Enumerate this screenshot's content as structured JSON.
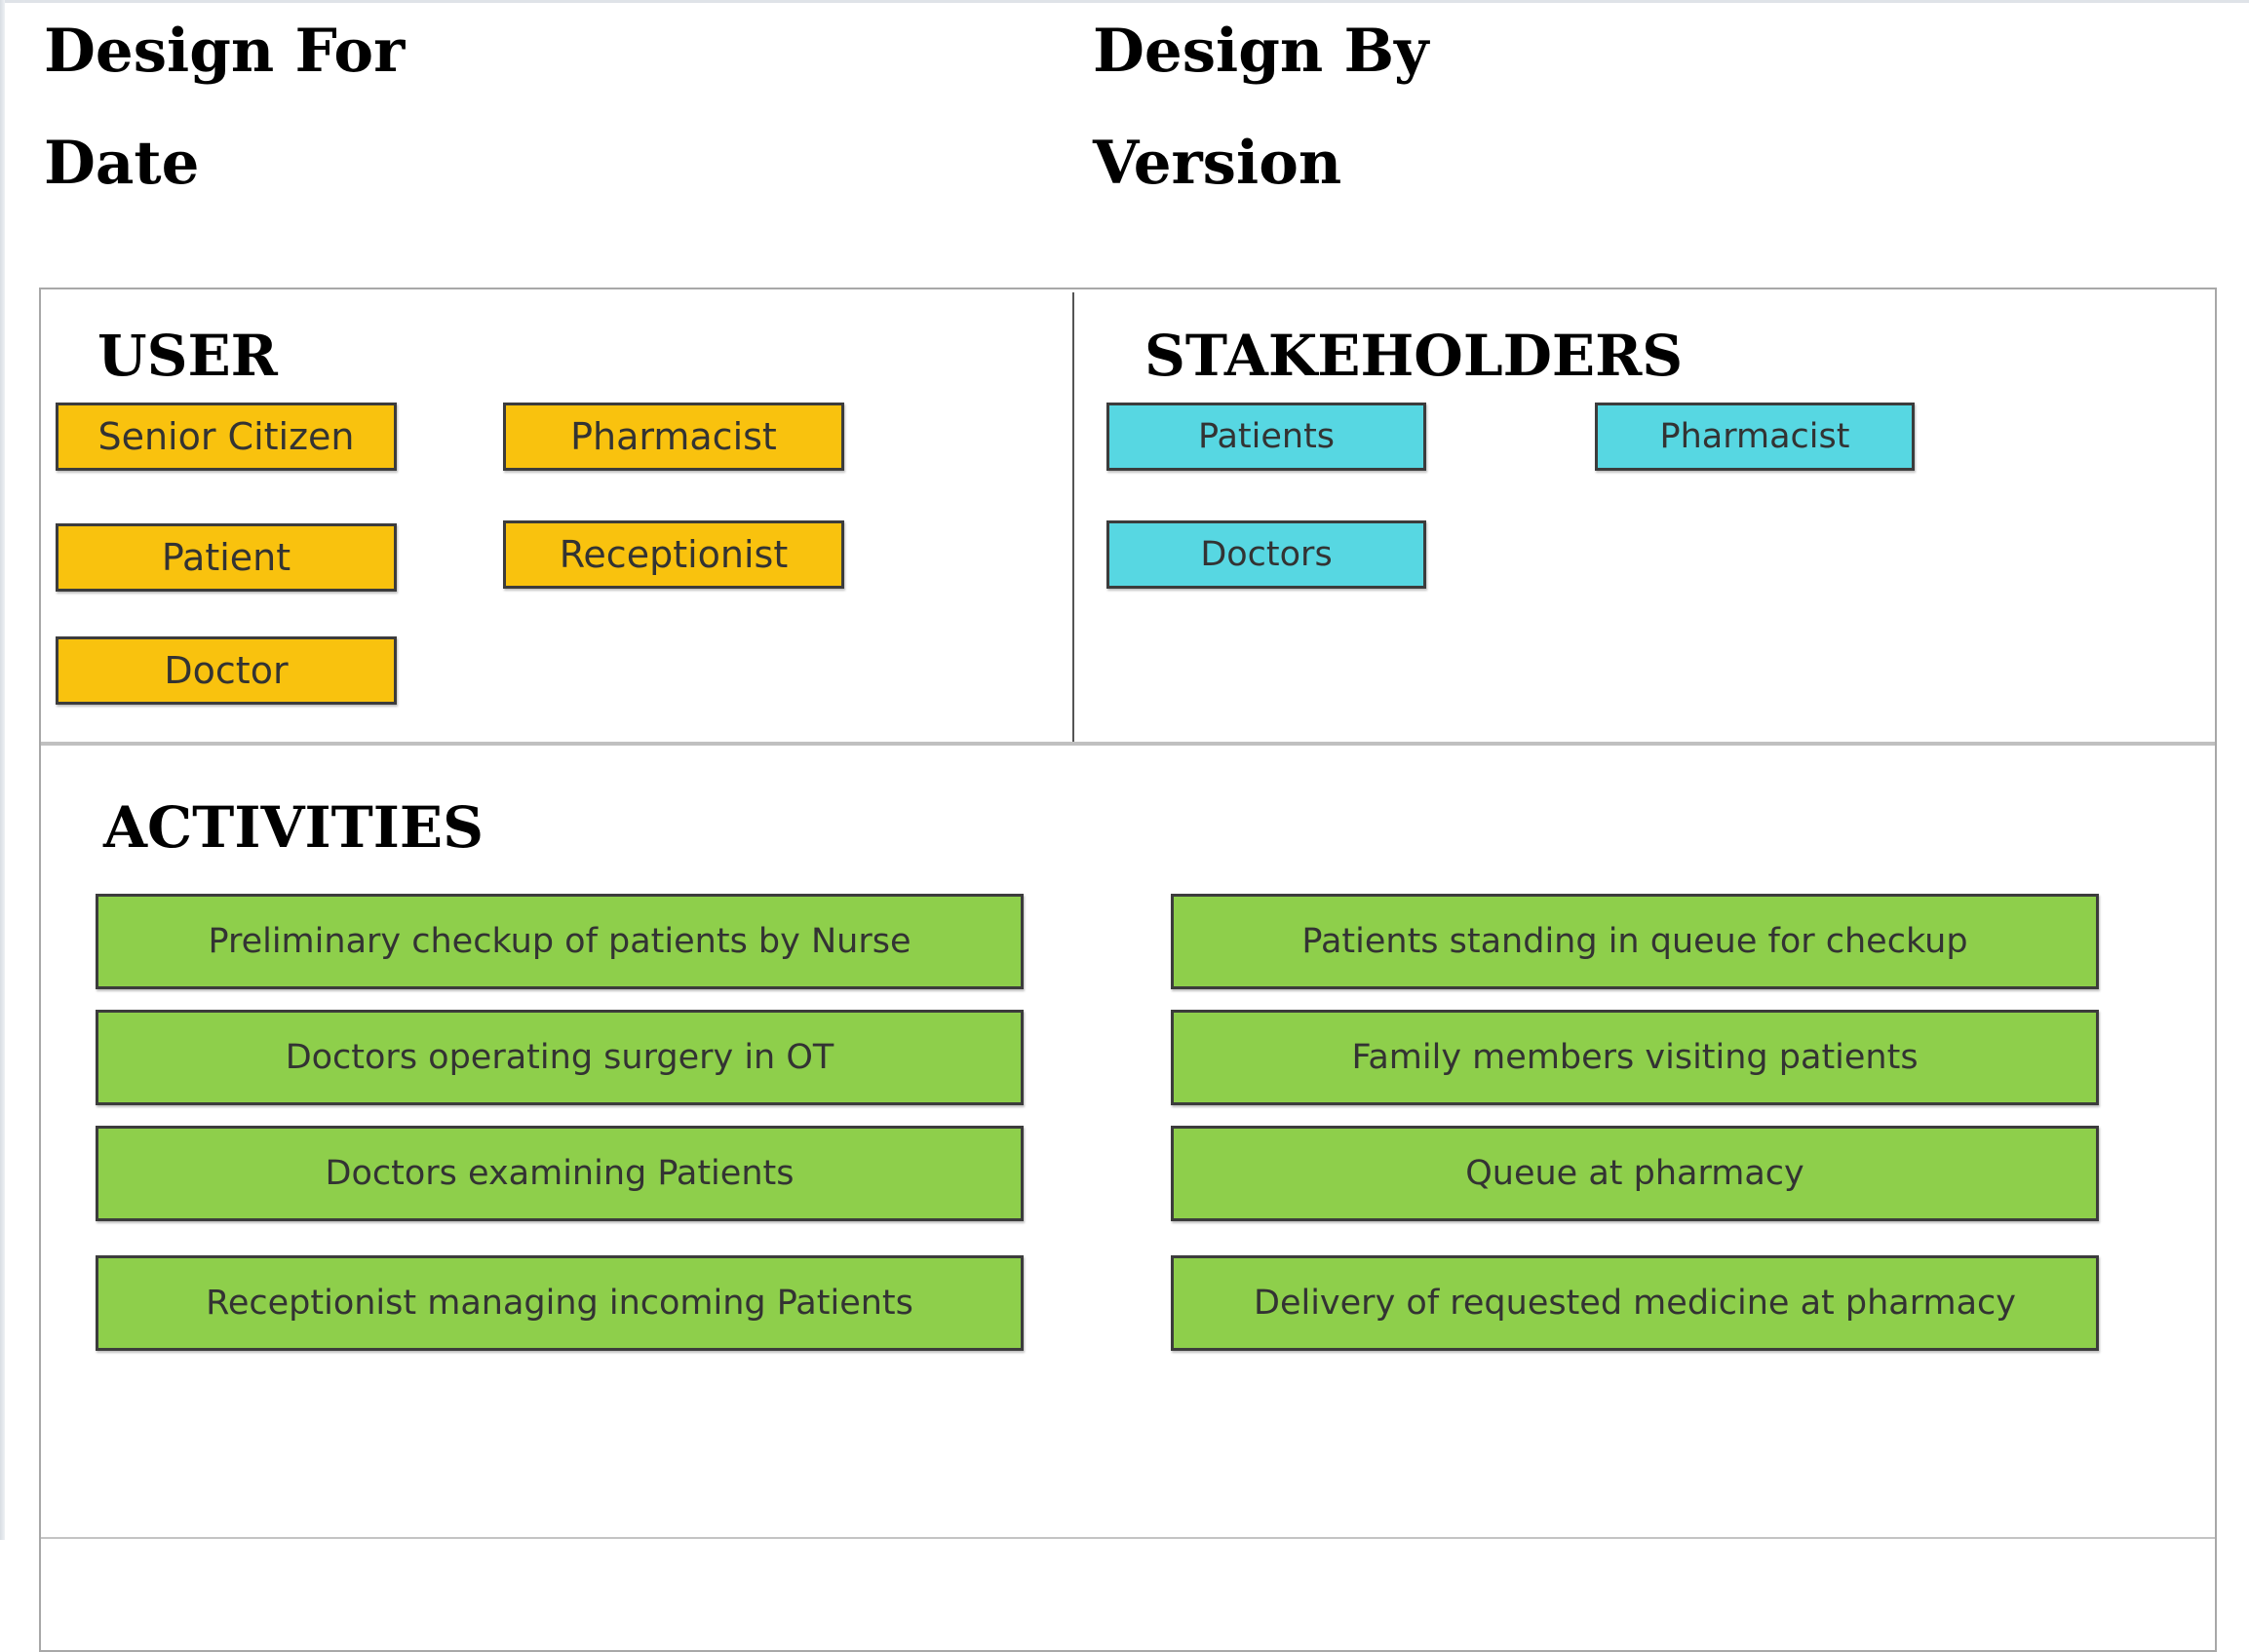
{
  "header": {
    "design_for_label": "Design For",
    "design_by_label": "Design By",
    "date_label": "Date",
    "version_label": "Version"
  },
  "colors": {
    "user_tag": "#f9c20e",
    "stakeholder_tag": "#57d7e2",
    "activity_tag": "#8ecf4b",
    "border": "#3c3c3c"
  },
  "user": {
    "title": "USER",
    "items": [
      "Senior Citizen",
      "Pharmacist",
      "Patient",
      "Receptionist",
      "Doctor"
    ]
  },
  "stakeholders": {
    "title": "STAKEHOLDERS",
    "items": [
      "Patients",
      "Pharmacist",
      "Doctors"
    ]
  },
  "activities": {
    "title": "ACTIVITIES",
    "items": [
      "Preliminary checkup of patients by Nurse",
      "Patients standing in queue for checkup",
      "Doctors operating surgery in OT",
      "Family members visiting patients",
      "Doctors examining Patients",
      "Queue at pharmacy",
      "Receptionist managing incoming Patients",
      "Delivery of requested medicine at pharmacy"
    ]
  }
}
